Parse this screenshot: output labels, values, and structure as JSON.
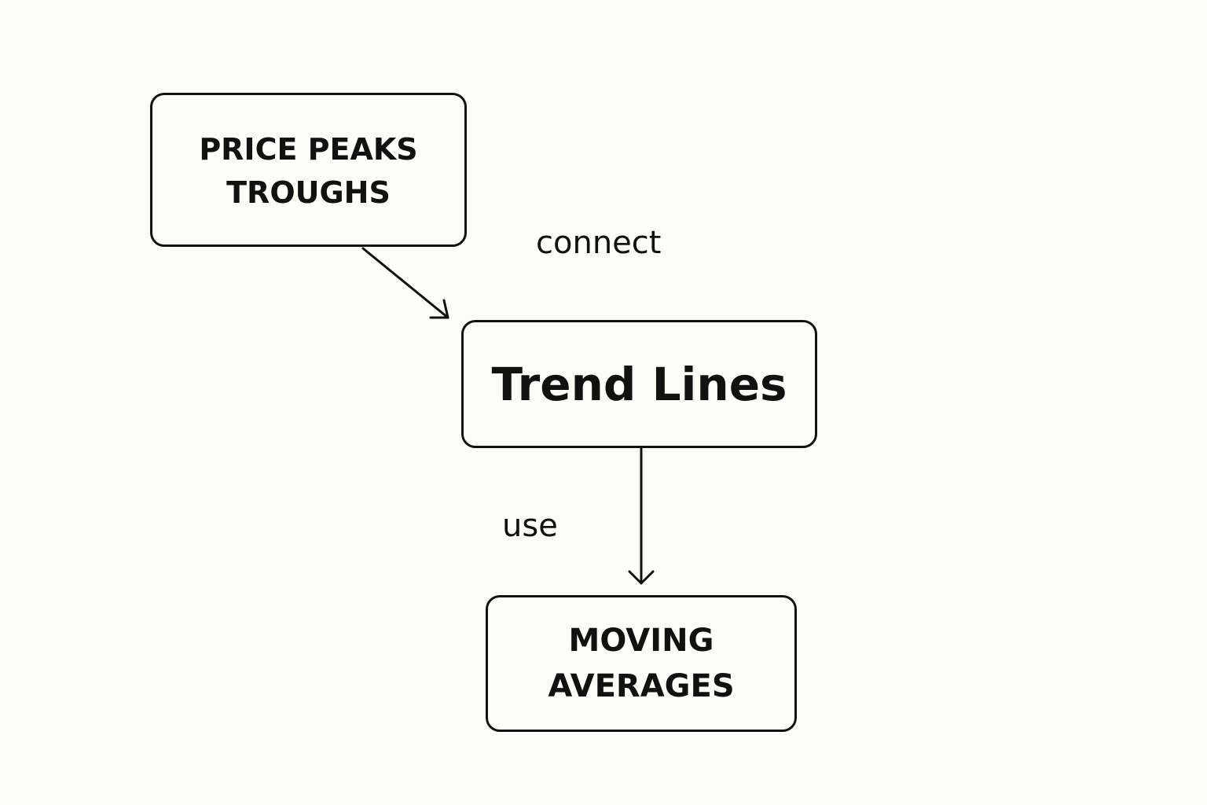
{
  "diagram": {
    "nodes": {
      "peaks": {
        "lines": [
          "PRICE PEAKS",
          "TROUGHS"
        ]
      },
      "trend": {
        "lines": [
          "Trend Lines"
        ]
      },
      "ma": {
        "lines": [
          "MOVING",
          "AVERAGES"
        ]
      }
    },
    "edges": [
      {
        "from": "peaks",
        "to": "trend",
        "label": "connect"
      },
      {
        "from": "trend",
        "to": "ma",
        "label": "use"
      }
    ]
  },
  "colors": {
    "background": "#fdfdf8",
    "stroke": "#111111"
  }
}
